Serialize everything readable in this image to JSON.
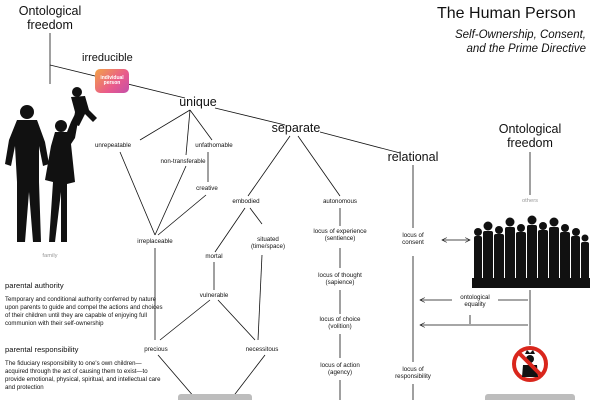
{
  "header": {
    "title": "The Human Person",
    "subtitle_line1": "Self-Ownership, Consent,",
    "subtitle_line2": "and the Prime Directive"
  },
  "left": {
    "ontological_freedom_line1": "Ontological",
    "ontological_freedom_line2": "freedom",
    "irreducible": "irreducible",
    "badge_line1": "individual",
    "badge_line2": "person",
    "family": "family"
  },
  "tree": {
    "unique": "unique",
    "separate": "separate",
    "relational": "relational",
    "unrepeatable": "unrepeatable",
    "non_transferable": "non-transferable",
    "unfathomable": "unfathomable",
    "creative": "creative",
    "irreplaceable": "irreplaceable",
    "embodied": "embodied",
    "mortal": "mortal",
    "situated_line1": "situated",
    "situated_line2": "(time/space)",
    "vulnerable": "vulnerable",
    "precious": "precious",
    "necessitous": "necessitous",
    "autonomous": "autonomous",
    "experience_line1": "locus of experience",
    "experience_line2": "(sentience)",
    "thought_line1": "locus of thought",
    "thought_line2": "(sapience)",
    "choice_line1": "locus of choice",
    "choice_line2": "(volition)",
    "action_line1": "locus of action",
    "action_line2": "(agency)",
    "consent_line1": "locus of",
    "consent_line2": "consent",
    "responsibility_line1": "locus of",
    "responsibility_line2": "responsibility"
  },
  "right": {
    "ontological_freedom_line1": "Ontological",
    "ontological_freedom_line2": "freedom",
    "others": "others",
    "equality_line1": "ontological",
    "equality_line2": "equality"
  },
  "parental": {
    "authority_heading": "parental authority",
    "authority_text": "Temporary and conditional authority conferred by nature upon parents to guide and compel the actions and choices of their children until they are capable of enjoying full communion with their self-ownership",
    "responsibility_heading": "parental responsibility",
    "responsibility_text": "The fiduciary responsibility to one's own children—acquired through the act of causing them to exist—to provide emotional, physical, spiritual, and intellectual care and protection"
  },
  "colors": {
    "badge_start": "#f2a347",
    "badge_end": "#c34fa8",
    "no_sign_red": "#d9261c",
    "muted_text": "#999999"
  }
}
